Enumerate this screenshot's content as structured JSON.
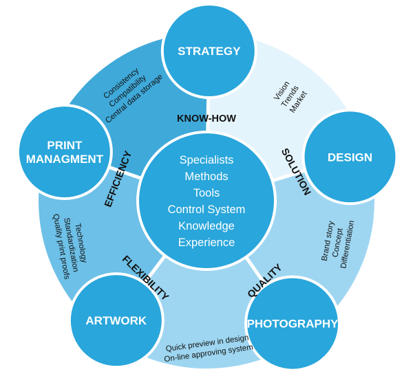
{
  "colors": {
    "primary": "#29A6DB",
    "segment_dark": "#3FA9DA",
    "segment_mid": "#6DC0E7",
    "segment_light": "#9ED6F1",
    "segment_pale": "#E4F4FC",
    "background": "#FFFFFF",
    "separator": "#FFFFFF"
  },
  "hub": {
    "lines": [
      "Specialists",
      "Methods",
      "Tools",
      "Control System",
      "Knowledge",
      "Experience"
    ]
  },
  "nodes": [
    {
      "id": "strategy",
      "lines": [
        "STRATEGY"
      ]
    },
    {
      "id": "design",
      "lines": [
        "DESIGN"
      ]
    },
    {
      "id": "photography",
      "lines": [
        "PHOTOGRAPHY"
      ]
    },
    {
      "id": "artwork",
      "lines": [
        "ARTWORK"
      ]
    },
    {
      "id": "print-managment",
      "lines": [
        "PRINT",
        "MANAGMENT"
      ]
    }
  ],
  "connectors": [
    "KNOW-HOW",
    "SOLUTION",
    "QUALITY",
    "FLEXIBILITY",
    "EFFICIENCY"
  ],
  "segments": [
    {
      "id": "strategy-design",
      "lines": [
        "Vision",
        "Trends",
        "Market"
      ]
    },
    {
      "id": "design-photography",
      "lines": [
        "Brand story",
        "Concept",
        "Differentiation"
      ]
    },
    {
      "id": "photography-artwork",
      "lines": [
        "Quick preview in design",
        "On-line approving system"
      ]
    },
    {
      "id": "artwork-print",
      "lines": [
        "Technology",
        "Standardization",
        "Quality print proofs"
      ]
    },
    {
      "id": "print-strategy",
      "lines": [
        "Consistency",
        "Compatibility",
        "Central data storage"
      ]
    }
  ]
}
